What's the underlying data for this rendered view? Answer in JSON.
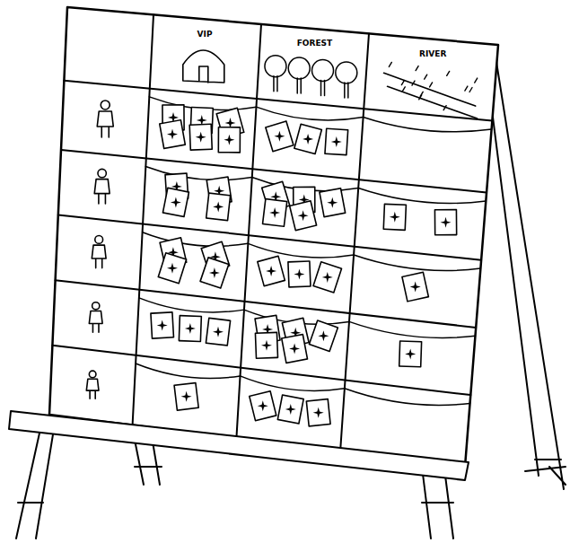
{
  "diagram": {
    "labels": [
      "VIP",
      "FOREST",
      "RIVER"
    ]
  }
}
